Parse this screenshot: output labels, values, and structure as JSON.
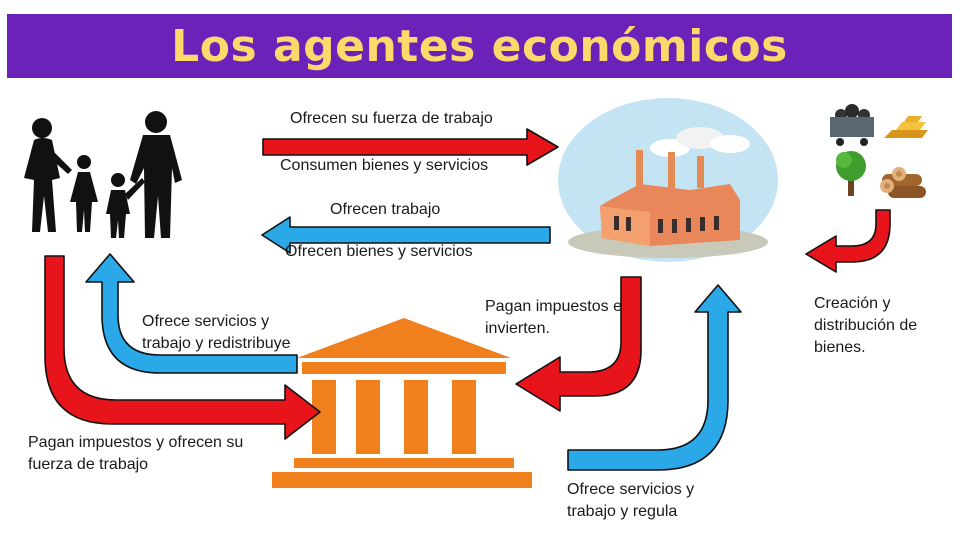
{
  "title": "Los agentes económicos",
  "colors": {
    "title_bg": "#6a22b8",
    "title_text": "#fdd86a",
    "arrow_red": "#e8141b",
    "arrow_blue": "#2ba8e8",
    "building_orange": "#f07f1e",
    "factory_sky": "#bfe1f2"
  },
  "icons": [
    "family-silhouette-icon",
    "factory-icon",
    "government-building-icon",
    "coal-cart-icon",
    "gold-bars-icon",
    "tree-icon",
    "logs-icon"
  ],
  "labels": {
    "top_red_1": "Ofrecen su fuerza de trabajo",
    "top_red_2": "Consumen bienes y servicios",
    "top_blue_1": "Ofrecen trabajo",
    "top_blue_2": "Ofrecen bienes y servicios",
    "resources": "Creación y distribución de bienes.",
    "firms_to_state": "Pagan impuestos e invierten.",
    "state_to_families": "Ofrece servicios  y trabajo y redistribuye",
    "families_to_state": "Pagan impuestos y ofrecen su fuerza de trabajo",
    "state_to_firms": "Ofrece servicios  y trabajo y regula"
  }
}
